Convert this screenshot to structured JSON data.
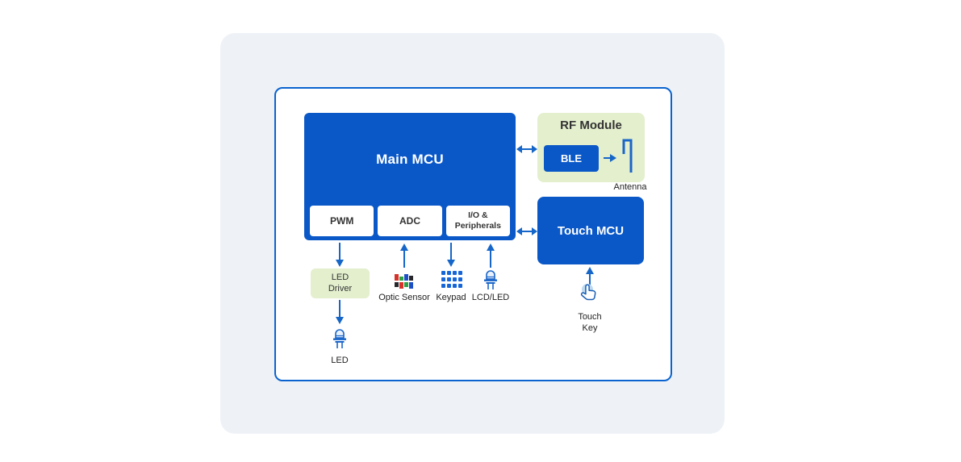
{
  "colors": {
    "block_blue": "#0a58c8",
    "light_green": "#e3efcd",
    "arrow_blue": "#1566c8",
    "card_background": "#eef2f7",
    "frame_border": "#0a63cf",
    "text_dark": "#333333"
  },
  "diagram": {
    "main_mcu": {
      "label": "Main MCU"
    },
    "sub_blocks": [
      {
        "label": "PWM"
      },
      {
        "label": "ADC"
      },
      {
        "label": "I/O & Peripherals"
      }
    ],
    "rf_module": {
      "title": "RF Module",
      "ble_label": "BLE",
      "antenna_label": "Antenna"
    },
    "touch_mcu": {
      "label": "Touch MCU"
    },
    "led_driver": {
      "label": "LED Driver"
    },
    "labels": {
      "led": "LED",
      "optic_sensor": "Optic Sensor",
      "keypad": "Keypad",
      "lcd_led": "LCD/LED",
      "touch_key": "Touch Key"
    }
  }
}
